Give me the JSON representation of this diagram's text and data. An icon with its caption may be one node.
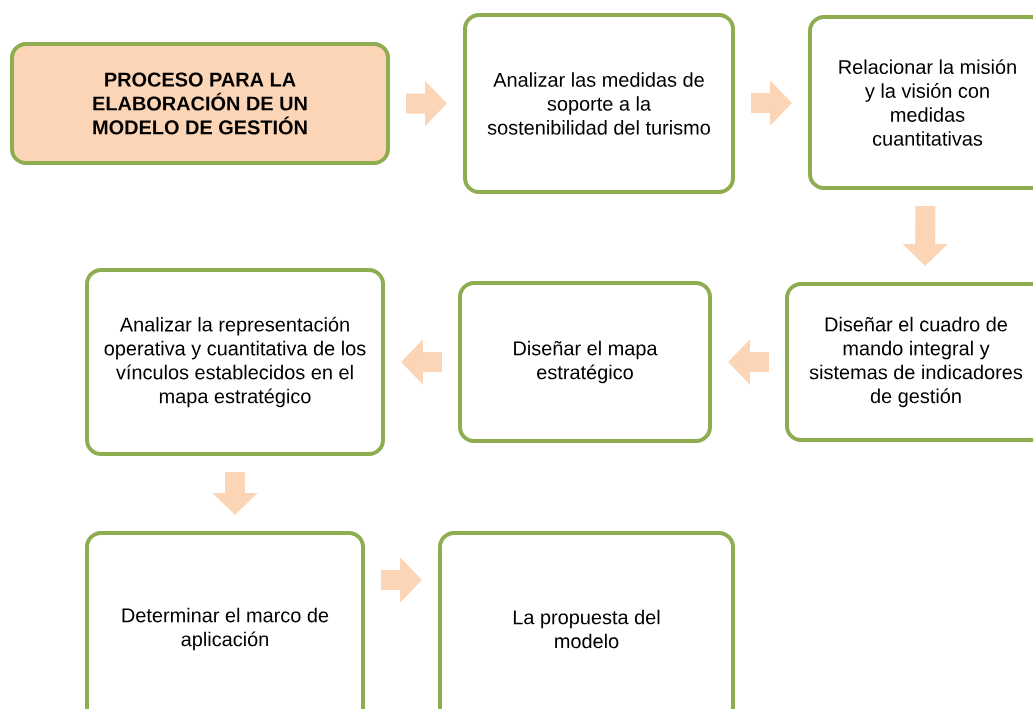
{
  "diagram": {
    "nodes": [
      {
        "text": [
          "PROCESO PARA LA ELABORACIÓN DE UN MODELO DE GESTIÓN"
        ]
      },
      {
        "text": [
          "Analizar las medidas de soporte a la sostenibilidad del turismo"
        ]
      },
      {
        "text": [
          "Relacionar la misión y la visión con medidas cuantitativas"
        ]
      },
      {
        "text": [
          "Diseñar el cuadro de mando integral y sistemas de indicadores de gestión"
        ]
      },
      {
        "text": [
          "Diseñar el mapa estratégico"
        ]
      },
      {
        "text": [
          "Analizar la representación operativa y cuantitativa de los vínculos establecidos en el mapa estratégico"
        ]
      },
      {
        "text": [
          "Determinar el marco de aplicación"
        ]
      },
      {
        "text": [
          "La propuesta del modelo"
        ]
      }
    ],
    "edges": [
      {
        "from": 0,
        "to": 1,
        "arrow": "to"
      },
      {
        "from": 1,
        "to": 2,
        "arrow": "to"
      },
      {
        "from": 2,
        "to": 3,
        "arrow": "to"
      },
      {
        "from": 3,
        "to": 4,
        "arrow": "to"
      },
      {
        "from": 4,
        "to": 5,
        "arrow": "to"
      },
      {
        "from": 5,
        "to": 6,
        "arrow": "to"
      },
      {
        "from": 6,
        "to": 7,
        "arrow": "to"
      }
    ]
  }
}
